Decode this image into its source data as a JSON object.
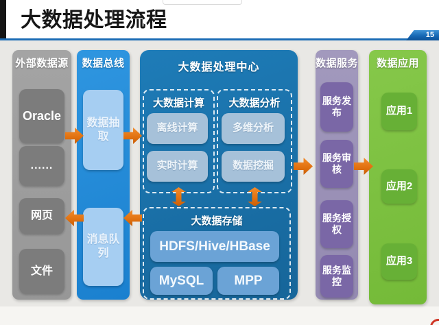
{
  "header": {
    "title": "大数据处理流程",
    "page_number": "15"
  },
  "diagram": {
    "sources": {
      "title": "外部数据源",
      "items": [
        "Oracle",
        "......",
        "网页",
        "文件"
      ]
    },
    "bus": {
      "title": "数据总线",
      "items": [
        "数据抽取",
        "消息队列"
      ]
    },
    "center": {
      "title": "大数据处理中心",
      "compute": {
        "title": "大数据计算",
        "items": [
          "离线计算",
          "实时计算"
        ]
      },
      "analysis": {
        "title": "大数据分析",
        "items": [
          "多维分析",
          "数据挖掘"
        ]
      },
      "storage": {
        "title": "大数据存储",
        "row1": "HDFS/Hive/HBase",
        "row2": [
          "MySQL",
          "MPP"
        ]
      }
    },
    "services": {
      "title": "数据服务",
      "items": [
        "服务发布",
        "服务审核",
        "服务授权",
        "服务监控"
      ]
    },
    "apps": {
      "title": "数据应用",
      "items": [
        "应用1",
        "应用2",
        "应用3"
      ]
    }
  },
  "colors": {
    "arrow_orange": "#e0700f",
    "sources_gray": "#9c9c9c",
    "bus_blue": "#2089d5",
    "center_blue": "#1a72ad",
    "services_purple": "#9a8fb5",
    "apps_green": "#7dc140",
    "header_rule_blue": "#1b6cb5",
    "badge_blue": "#0b5198"
  }
}
